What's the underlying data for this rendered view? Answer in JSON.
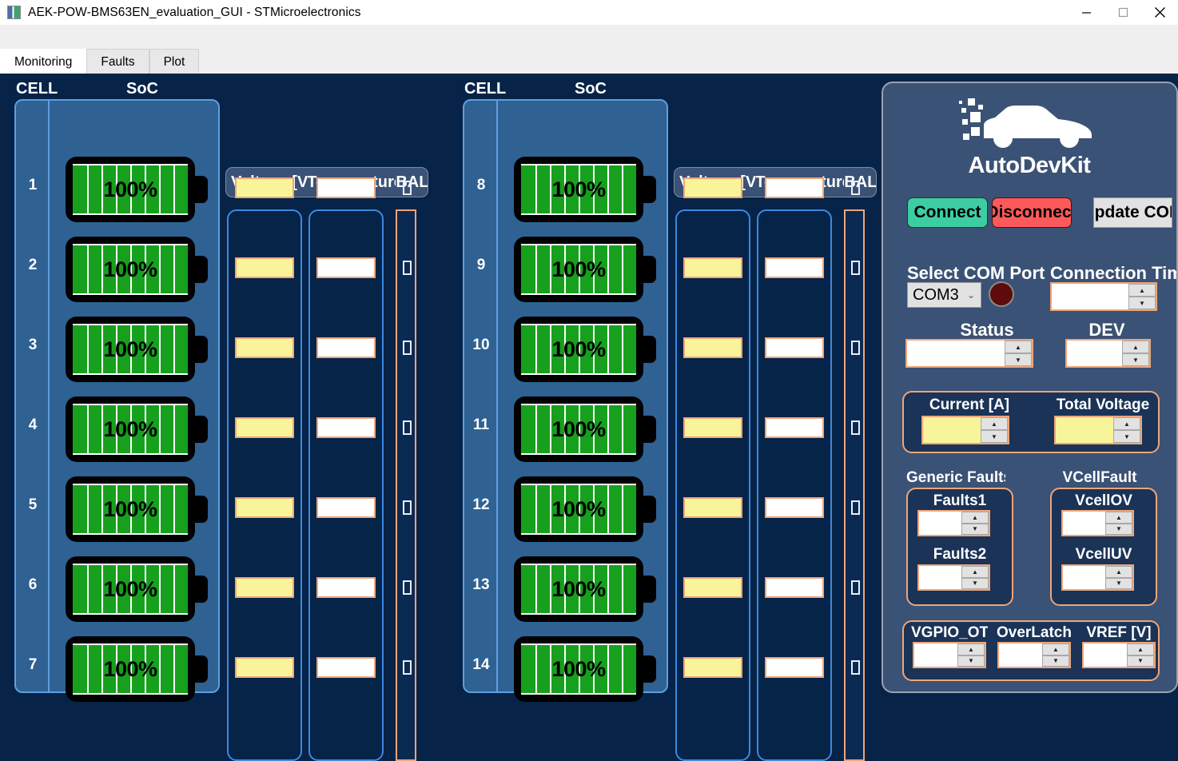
{
  "window": {
    "title": "AEK-POW-BMS63EN_evaluation_GUI - STMicroelectronics",
    "minimize": "minimize-icon",
    "maximize": "maximize-icon",
    "close": "close-icon"
  },
  "tabs": [
    {
      "label": "Monitoring",
      "active": true
    },
    {
      "label": "Faults",
      "active": false
    },
    {
      "label": "Plot",
      "active": false
    }
  ],
  "columns": {
    "cell": "CELL",
    "soc": "SoC",
    "voltage": "Voltage [V]",
    "temperature": "Temperature [C]",
    "bal": "BAL"
  },
  "groups": [
    {
      "cells": [
        {
          "id": "1",
          "soc": "100%",
          "voltage": "",
          "temperature": "",
          "bal": false
        },
        {
          "id": "2",
          "soc": "100%",
          "voltage": "",
          "temperature": "",
          "bal": false
        },
        {
          "id": "3",
          "soc": "100%",
          "voltage": "",
          "temperature": "",
          "bal": false
        },
        {
          "id": "4",
          "soc": "100%",
          "voltage": "",
          "temperature": "",
          "bal": false
        },
        {
          "id": "5",
          "soc": "100%",
          "voltage": "",
          "temperature": "",
          "bal": false
        },
        {
          "id": "6",
          "soc": "100%",
          "voltage": "",
          "temperature": "",
          "bal": false
        },
        {
          "id": "7",
          "soc": "100%",
          "voltage": "",
          "temperature": "",
          "bal": false
        }
      ]
    },
    {
      "cells": [
        {
          "id": "8",
          "soc": "100%",
          "voltage": "",
          "temperature": "",
          "bal": false
        },
        {
          "id": "9",
          "soc": "100%",
          "voltage": "",
          "temperature": "",
          "bal": false
        },
        {
          "id": "10",
          "soc": "100%",
          "voltage": "",
          "temperature": "",
          "bal": false
        },
        {
          "id": "11",
          "soc": "100%",
          "voltage": "",
          "temperature": "",
          "bal": false
        },
        {
          "id": "12",
          "soc": "100%",
          "voltage": "",
          "temperature": "",
          "bal": false
        },
        {
          "id": "13",
          "soc": "100%",
          "voltage": "",
          "temperature": "",
          "bal": false
        },
        {
          "id": "14",
          "soc": "100%",
          "voltage": "",
          "temperature": "",
          "bal": false
        }
      ]
    }
  ],
  "panel": {
    "logo_text": "AutoDevKit",
    "connect_label": "Connect",
    "disconnect_label": "Disconnect",
    "update_com_label": "Update COM",
    "select_com_label": "Select COM Port",
    "com_value": "COM3",
    "connection_timeout_label": "Connection Timeout",
    "connection_timeout_value": "",
    "status_label": "Status",
    "status_value": "",
    "dev_label": "DEV",
    "dev_value": "",
    "current_label": "Current [A]",
    "current_value": "",
    "total_voltage_label": "Total Voltage",
    "total_voltage_value": "",
    "generic_faults_label": "Generic Faults",
    "faults1_label": "Faults1",
    "faults1_value": "",
    "faults2_label": "Faults2",
    "faults2_value": "",
    "vcellfault_label": "VCellFault",
    "vcellov_label": "VcellOV",
    "vcellov_value": "",
    "vcelluv_label": "VcellUV",
    "vcelluv_value": "",
    "vgpio_ot_label": "VGPIO_OT",
    "vgpio_ot_value": "",
    "overlatch_label": "OverLatch",
    "overlatch_value": "",
    "vref_label": "VREF [V]",
    "vref_value": "",
    "spin_up": "▲",
    "spin_down": "▼",
    "chevron": "⌄"
  },
  "colors": {
    "page_bg": "#072348",
    "panel_bg": "#3a5275",
    "soc_bg": "#2f6193",
    "accent_border": "#f0a578",
    "battery_green": "#17a01e",
    "connect_green": "#3dcda3",
    "disconnect_red": "#fc5a5a",
    "voltage_yellow": "#f8f49a",
    "led_off": "#5e0b0b"
  }
}
